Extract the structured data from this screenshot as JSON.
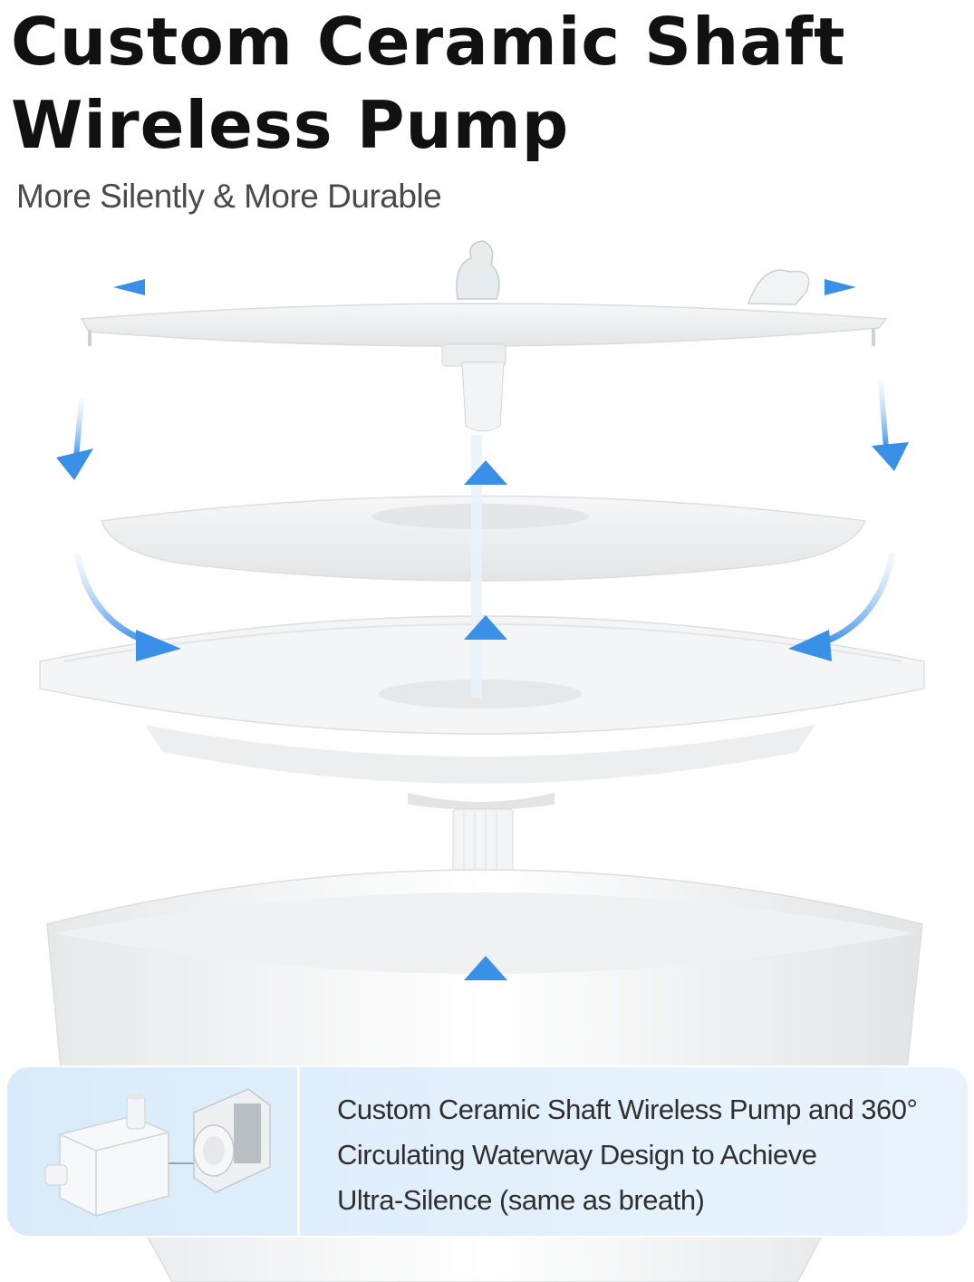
{
  "header": {
    "title_line1": "Custom Ceramic Shaft",
    "title_line2": "Wireless Pump",
    "subtitle": "More Silently & More Durable"
  },
  "info": {
    "line1": "Custom Ceramic Shaft Wireless Pump and 360°",
    "line2": "Circulating Waterway Design to Achieve",
    "line3": "Ultra-Silence (same as breath)"
  },
  "colors": {
    "arrow_blue": "#3a8fe6",
    "panel_bg": "#dcedfb",
    "title": "#111111"
  },
  "icons": [
    "flow-arrow-icon",
    "pump-icon"
  ]
}
